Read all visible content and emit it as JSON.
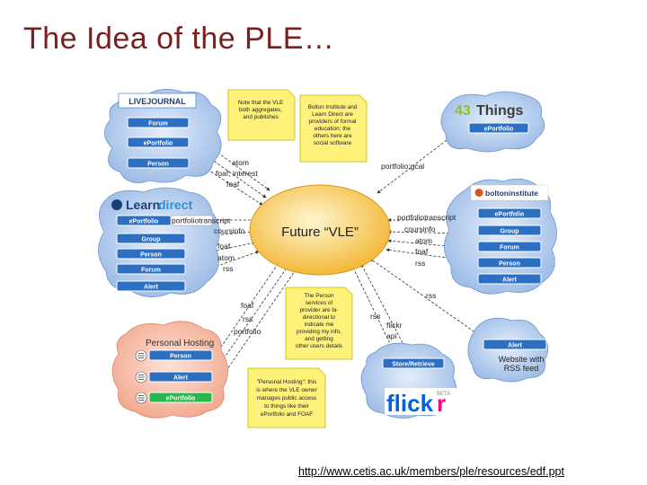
{
  "title": "The Idea of the PLE…",
  "center_label": "Future “VLE”",
  "source_url": "http://www.cetis.ac.uk/members/ple/resources/edf.ppt",
  "clouds": {
    "livejournal": {
      "logo": "LIVEJOURNAL",
      "items": [
        "Forum",
        "ePortfolio",
        "Person"
      ]
    },
    "things43": {
      "logo_num": "43",
      "logo_word": "Things",
      "items": [
        "ePortfolio"
      ]
    },
    "learndirect": {
      "logo_a": "Learn",
      "logo_b": "direct",
      "items": [
        "ePortfolio",
        "Group",
        "Person",
        "Forum",
        "Alert"
      ],
      "tag": "portfoliotranscript"
    },
    "bolton": {
      "logo": "boltoninstitute",
      "items": [
        "ePortfolio",
        "Group",
        "Forum",
        "Person",
        "Alert"
      ]
    },
    "personal": {
      "heading": "Personal Hosting",
      "items": [
        "Person",
        "Alert",
        "ePortfolio"
      ]
    },
    "flickr": {
      "item": "Store/Retrieve",
      "logo_a": "flick",
      "logo_b": "r",
      "beta": "BETA"
    },
    "website": {
      "item": "Alert",
      "caption": [
        "Website with",
        "RSS feed"
      ]
    }
  },
  "notes": {
    "note1": [
      "Note that the VLE",
      "both aggregates,",
      "and publishes"
    ],
    "note2": [
      "Bolton Institute and",
      "Learn Direct are",
      "providers of formal",
      "education; the",
      "others here are",
      "social software"
    ],
    "note3": [
      "The Person",
      "services of",
      "provider are bi-",
      "directional to",
      "indicate me",
      "providing my info,",
      "and getting",
      "other users details"
    ],
    "note4": [
      "\"Personal Hosting\": this",
      "is where the VLE owner",
      "manages public access",
      "to things like their",
      "ePortfolio and FOAF"
    ]
  },
  "arrow_labels": {
    "lj": [
      "atom",
      "foaf; interest",
      "foaf"
    ],
    "things": [
      "portfolio;gcal"
    ],
    "ld": [
      "coursinfo",
      "foaf",
      "atom",
      "rss"
    ],
    "bolton": [
      "portfoliotranscript",
      "coursinfo",
      "atom",
      "foaf",
      "rss"
    ],
    "personal": [
      "foaf",
      "rss",
      "portfolio"
    ],
    "flickr": [
      "rss",
      "flickr",
      "api"
    ],
    "website": [
      "rss"
    ]
  },
  "colors": {
    "title": "#7a1f1f",
    "cloud": "#a9c4e8",
    "pill": "#2d6fc0",
    "note": "#fff27a",
    "center": "#f7c64a"
  }
}
